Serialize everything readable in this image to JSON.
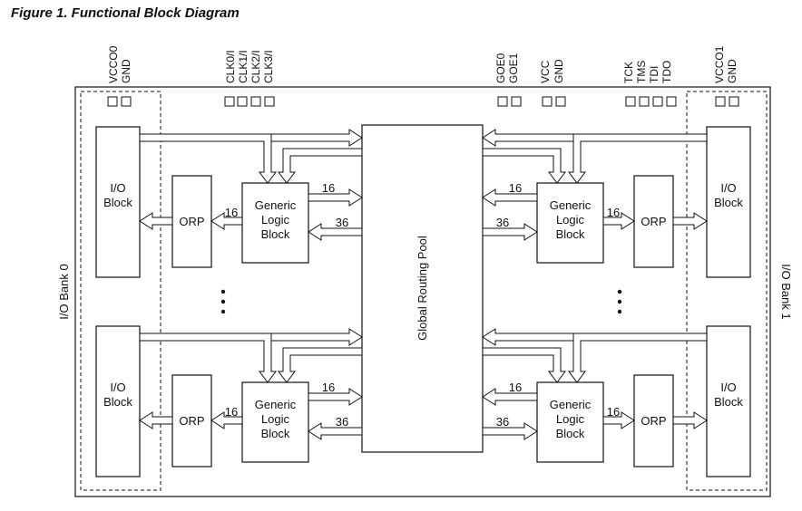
{
  "title": "Figure 1. Functional Block Diagram",
  "pins": {
    "vcco0": "VCCO0",
    "gnd_left": "GND",
    "clk": [
      "CLK0/I",
      "CLK1/I",
      "CLK2/I",
      "CLK3/I"
    ],
    "goe": [
      "GOE0",
      "GOE1"
    ],
    "vcc": "VCC",
    "gnd_mid": "GND",
    "jtag": [
      "TCK",
      "TMS",
      "TDI",
      "TDO"
    ],
    "vcco1": "VCCO1",
    "gnd_right": "GND"
  },
  "banks": {
    "left": "I/O Bank 0",
    "right": "I/O Bank 1"
  },
  "blocks": {
    "io_block": [
      "I/O",
      "Block"
    ],
    "orp": "ORP",
    "glb": [
      "Generic",
      "Logic",
      "Block"
    ],
    "grp": "Global Routing Pool"
  },
  "bus_widths": {
    "glb_to_grp": "16",
    "grp_to_glb": "36",
    "glb_to_orp": "16"
  },
  "ellipsis": "⋮"
}
